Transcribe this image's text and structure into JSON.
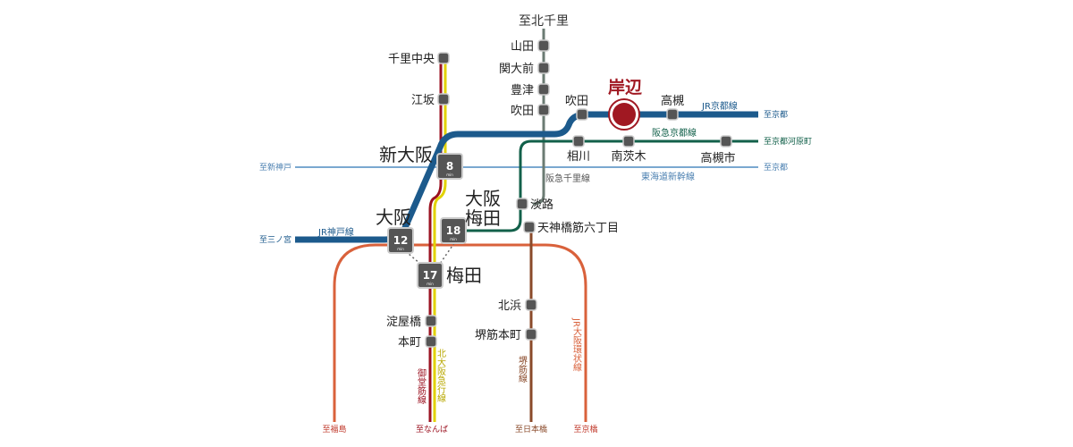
{
  "colors": {
    "jr_kyoto_kobe": "#1c5a8c",
    "hankyu_kyoto": "#12604a",
    "shinkansen": "#7aa8d0",
    "hankyu_senri": "#6b7b73",
    "midosuji": "#9b1220",
    "kita_osaka_kyuko": "#e2d200",
    "sakaisuji": "#8a4a2a",
    "osaka_loop": "#d9613b",
    "station_accent": "#a01822",
    "station_fill": "#555555"
  },
  "featured_station": {
    "name": "岸辺"
  },
  "hub_stations": [
    {
      "id": "shin-osaka",
      "name": "新大阪",
      "minutes": "8",
      "unit": "min"
    },
    {
      "id": "osaka",
      "name": "大阪",
      "minutes": "12",
      "unit": "min"
    },
    {
      "id": "osaka-umeda",
      "name": "大阪\n梅田",
      "line1": "大阪",
      "line2": "梅田",
      "minutes": "18",
      "unit": "min"
    },
    {
      "id": "umeda",
      "name": "梅田",
      "minutes": "17",
      "unit": "min"
    }
  ],
  "stations": [
    {
      "id": "yamada",
      "name": "山田"
    },
    {
      "id": "kandaimae",
      "name": "関大前"
    },
    {
      "id": "toyotsu",
      "name": "豊津"
    },
    {
      "id": "suita-senri",
      "name": "吹田"
    },
    {
      "id": "senri-chuo",
      "name": "千里中央"
    },
    {
      "id": "esaka",
      "name": "江坂"
    },
    {
      "id": "suita-jr",
      "name": "吹田"
    },
    {
      "id": "takatsuki-jr",
      "name": "高槻"
    },
    {
      "id": "aikawa",
      "name": "相川"
    },
    {
      "id": "minami-ibaraki",
      "name": "南茨木"
    },
    {
      "id": "takatsukishi",
      "name": "高槻市"
    },
    {
      "id": "awaji",
      "name": "淡路"
    },
    {
      "id": "tenjinbashi",
      "name": "天神橋筋六丁目"
    },
    {
      "id": "kitahama",
      "name": "北浜"
    },
    {
      "id": "sakaisuji-honmachi",
      "name": "堺筋本町"
    },
    {
      "id": "yodoyabashi",
      "name": "淀屋橋"
    },
    {
      "id": "honmachi",
      "name": "本町"
    }
  ],
  "line_labels": {
    "jr_kyoto": "JR京都線",
    "hankyu_kyoto": "阪急京都線",
    "shinkansen": "東海道新幹線",
    "hankyu_senri": "阪急千里線",
    "jr_kobe": "JR神戸線",
    "midosuji": "御堂筋線",
    "kita_osaka_kyuko": "北大阪急行線",
    "sakaisuji": "堺筋線",
    "osaka_loop": "JR大阪環状線"
  },
  "destinations": {
    "kitasenri": "至北千里",
    "kyoto_jr": "至京都",
    "kawaramachi": "至京都河原町",
    "kyoto_shinkansen": "至京都",
    "shinkobe": "至新神戸",
    "sannomiya": "至三ノ宮",
    "fukushima": "至福島",
    "namba": "至なんば",
    "nipponbashi": "至日本橋",
    "kyobashi": "至京橋"
  }
}
